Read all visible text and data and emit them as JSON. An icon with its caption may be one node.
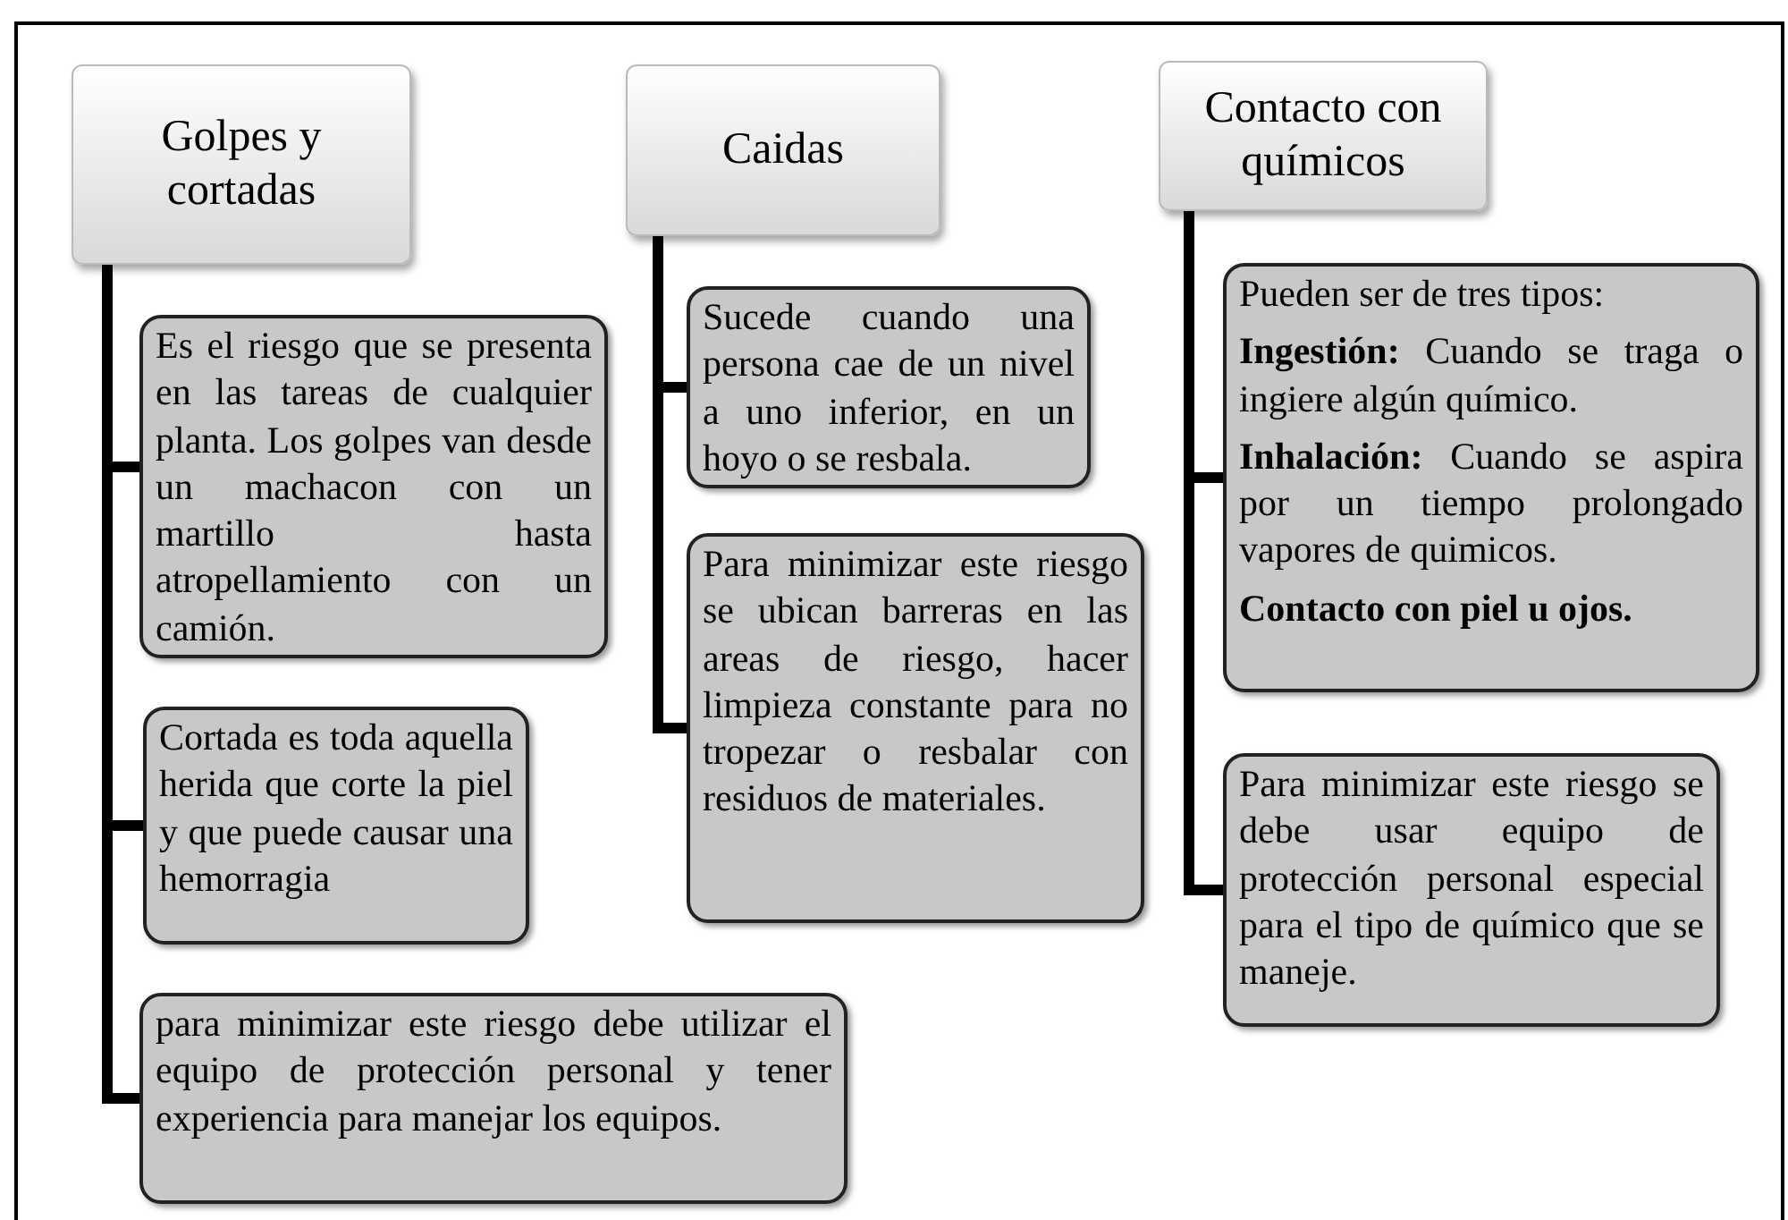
{
  "diagram": {
    "nodes": [
      {
        "text": [
          "Golpes y cortadas"
        ]
      },
      {
        "text": [
          "Es el riesgo que se presenta en las tareas de cualquier planta. Los golpes van desde un machacon con un martillo hasta atropellamiento con un camión."
        ]
      },
      {
        "text": [
          "Cortada es toda aquella herida que corte la piel y que puede causar una hemorragia"
        ]
      },
      {
        "text": [
          "para minimizar este riesgo debe utilizar el equipo de protección personal y tener experiencia para manejar los equipos."
        ]
      },
      {
        "text": [
          "Caidas"
        ]
      },
      {
        "text": [
          "Sucede cuando una persona cae de un nivel a uno inferior, en un hoyo o se resbala."
        ]
      },
      {
        "text": [
          "Para minimizar este riesgo se ubican barreras en las areas de riesgo, hacer limpieza constante para no tropezar o resbalar con residuos de materiales."
        ]
      },
      {
        "text": [
          "Contacto con químicos"
        ]
      },
      {
        "text": [
          "Pueden ser de tres tipos:",
          "**Ingestión:** Cuando se traga o ingiere algún químico.",
          "**Inhalación:** Cuando se aspira por un tiempo prolongado vapores de quimicos.",
          "**Contacto con piel u ojos.**"
        ]
      },
      {
        "text": [
          "Para minimizar este riesgo se debe usar equipo de protección personal especial para el tipo de químico que se maneje."
        ]
      }
    ],
    "edges": [
      {
        "from": 0,
        "to": 1,
        "arrow": "none"
      },
      {
        "from": 0,
        "to": 2,
        "arrow": "none"
      },
      {
        "from": 0,
        "to": 3,
        "arrow": "none"
      },
      {
        "from": 4,
        "to": 5,
        "arrow": "none"
      },
      {
        "from": 4,
        "to": 6,
        "arrow": "none"
      },
      {
        "from": 7,
        "to": 8,
        "arrow": "none"
      },
      {
        "from": 7,
        "to": 9,
        "arrow": "none"
      }
    ]
  }
}
